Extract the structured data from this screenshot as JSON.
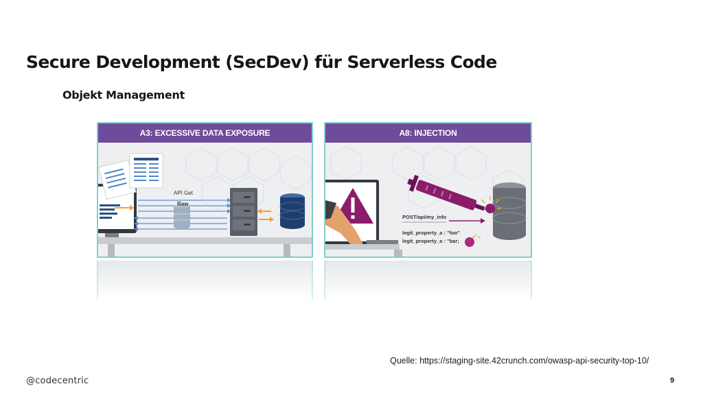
{
  "slide": {
    "title": "Secure Development  (SecDev) für Serverless Code",
    "subtitle": "Objekt Management"
  },
  "cards": [
    {
      "header": "A3: EXCESSIVE DATA EXPOSURE",
      "labels": {
        "api_get": "API Get",
        "raw": "Raw"
      }
    },
    {
      "header": "A8: INJECTION",
      "labels": {
        "endpoint": "POST/api/my_info",
        "property_a_foo": "legit_property_a  :  \"foo\"",
        "property_a_bar": "legit_property_a  :  \"bar;"
      }
    }
  ],
  "footer": {
    "source": "Quelle: https://staging-site.42crunch.com/owasp-api-security-top-10/",
    "brand": "@codecentric",
    "page_number": "9"
  },
  "colors": {
    "header_purple": "#6e4b9b",
    "card_border_teal": "#7fd0cc",
    "arrow_blue": "#5b8fd6",
    "arrow_orange": "#f0a22e",
    "db_navy": "#1e3f6e",
    "syringe_magenta": "#8a1c6a"
  }
}
